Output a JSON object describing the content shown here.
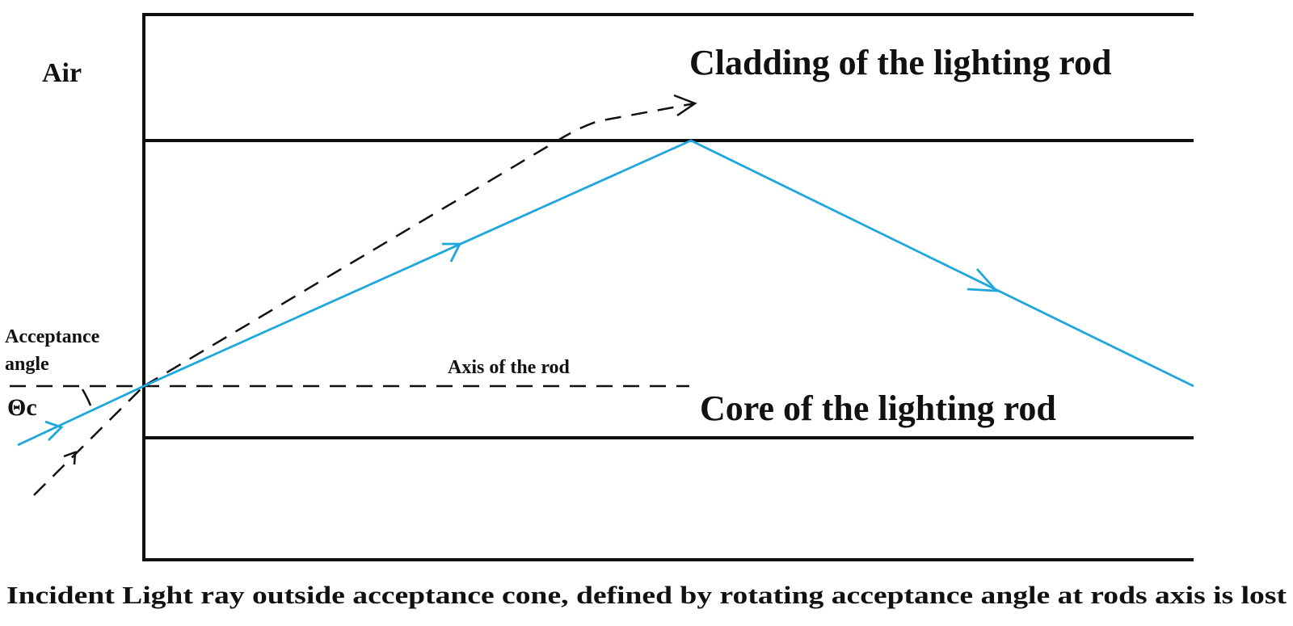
{
  "labels": {
    "air": "Air",
    "cladding": "Cladding of the lighting rod",
    "core": "Core of the lighting rod",
    "axis": "Axis of the rod",
    "acceptance_line1": "Acceptance",
    "acceptance_line2": "angle",
    "theta": "Θc",
    "caption": "Incident Light ray outside acceptance cone, defined by rotating acceptance angle at rods axis is lost"
  },
  "colors": {
    "ray": "#1ea7dd",
    "line": "#111111",
    "background": "#ffffff"
  }
}
